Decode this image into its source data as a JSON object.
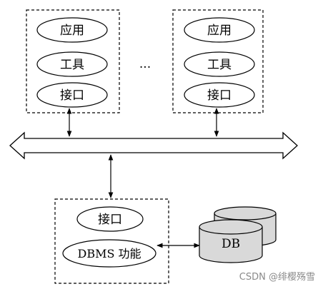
{
  "diagram": {
    "left_client": {
      "app_label": "应用",
      "tool_label": "工具",
      "interface_label": "接口"
    },
    "ellipsis": "...",
    "right_client": {
      "app_label": "应用",
      "tool_label": "工具",
      "interface_label": "接口"
    },
    "server": {
      "interface_label": "接口",
      "dbms_label": "DBMS 功能"
    },
    "database_label": "DB"
  },
  "watermark": "CSDN @绯樱殇雪",
  "colors": {
    "line": "#000000",
    "db_fill": "#d9d9d9",
    "background": "#ffffff"
  }
}
